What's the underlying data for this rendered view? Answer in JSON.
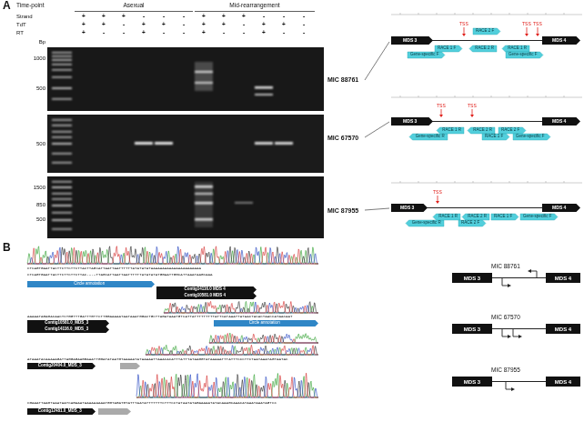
{
  "diagram": {
    "nodes": [
      {
        "text": [
          "MDS 3"
        ]
      },
      {
        "text": [
          "MDS 4"
        ]
      },
      {
        "text": [
          "Gene-specific F"
        ]
      },
      {
        "text": [
          "RACE 1 F"
        ]
      },
      {
        "text": [
          "RACE 2 F"
        ]
      },
      {
        "text": [
          "RACE 2 R"
        ]
      },
      {
        "text": [
          "RACE 1 R"
        ]
      },
      {
        "text": [
          "Gene-specific F"
        ]
      },
      {
        "text": [
          "MDS 3"
        ]
      },
      {
        "text": [
          "MDS 4"
        ]
      },
      {
        "text": [
          "Gene-specific R"
        ]
      },
      {
        "text": [
          "RACE 1 R"
        ]
      },
      {
        "text": [
          "RACE 2 R"
        ]
      },
      {
        "text": [
          "RACE 2 F"
        ]
      },
      {
        "text": [
          "RACE 1 F"
        ]
      },
      {
        "text": [
          "Gene-specific F"
        ]
      },
      {
        "text": [
          "MDS 3"
        ]
      },
      {
        "text": [
          "MDS 4"
        ]
      },
      {
        "text": [
          "Gene-specific R"
        ]
      },
      {
        "text": [
          "RACE 1 R"
        ]
      },
      {
        "text": [
          "RACE 2 R"
        ]
      },
      {
        "text": [
          "RACE 2 F"
        ]
      },
      {
        "text": [
          "RACE 1 F"
        ]
      },
      {
        "text": [
          "Gene-specific F"
        ]
      },
      {
        "text": [
          "Circle annotation"
        ]
      },
      {
        "text": [
          "Contig14116.0 MDS 4"
        ]
      },
      {
        "text": [
          "Contig10581.0 MDS 4"
        ]
      },
      {
        "text": [
          "MDS 3"
        ]
      },
      {
        "text": [
          "MDS 4"
        ]
      },
      {
        "text": [
          "Contig10581.0_MDS_3"
        ]
      },
      {
        "text": [
          "Contig14116.0_MDS_3"
        ]
      },
      {
        "text": [
          "Circle annotation"
        ]
      },
      {
        "text": [
          "MDS 3"
        ]
      },
      {
        "text": [
          "MDS 4"
        ]
      },
      {
        "text": [
          "Contig20404.0_MDS_3"
        ]
      },
      {
        "text": [
          "MDS 3"
        ]
      },
      {
        "text": [
          "MDS 4"
        ]
      },
      {
        "text": [
          "Contig12481.0_MDS_3"
        ]
      }
    ],
    "labels": [
      "A",
      "Time-point",
      "Asexual",
      "Mid-rearrangement",
      "Strand",
      "TdT",
      "RT",
      "Bp",
      "+",
      "+",
      "+",
      "-",
      "-",
      "-",
      "+",
      "+",
      "+",
      "-",
      "-",
      "-",
      "+",
      "+",
      "-",
      "+",
      "+",
      "-",
      "+",
      "+",
      "-",
      "+",
      "+",
      "-",
      "+",
      "-",
      "-",
      "+",
      "-",
      "-",
      "+",
      "-",
      "-",
      "+",
      "-",
      "-",
      "1000",
      "500",
      "500",
      "1500",
      "850",
      "500",
      "MIC 88761",
      "MIC 67570",
      "MIC 87955",
      "TSS",
      "TSS",
      "TSS",
      "TSS",
      "TSS",
      "TSS",
      "B",
      "CTCAGTGAATTACTTCTTCTTCTTACTTAGCATTAATTAATTTTTTATATATATAAAAAAAAAAAAAAAAAAAAAA",
      "CTCAGTGAATTACTTCTTCTTCTTAC----TTAGCATTAATTAATTTTTTATATATATGGAATTGGCATTAAATAAGCAAA",
      "AAAAATAGAGACAACTCTGGTTTGATTTGTTCTTGGAAAAATAATAAATGGACTGCTTAGATAAATGTCATTATTTTTTTTTATTCATAAATTATAACTACACTAACCATAACAAT",
      "ATAAATACAAAAAGATTAGGAGAAGGAAATTGGATATAATGTAAAAATATAAAAATTAAACACATTTATTTATAAGGTATAAAAATTTATTTCCCTTCTAATAAATAGTAATAC",
      "CGAAATTAAGTAAATAATCAGAAATAAAAAAAAATGGTAGATGTATTTAATATTTTTTTCTTTCCTATAATATAGAAAAATATACAAAGCAAACATAAATAAATAGTCC",
      "MIC 88761",
      "MIC 67570",
      "MIC 87955"
    ]
  }
}
